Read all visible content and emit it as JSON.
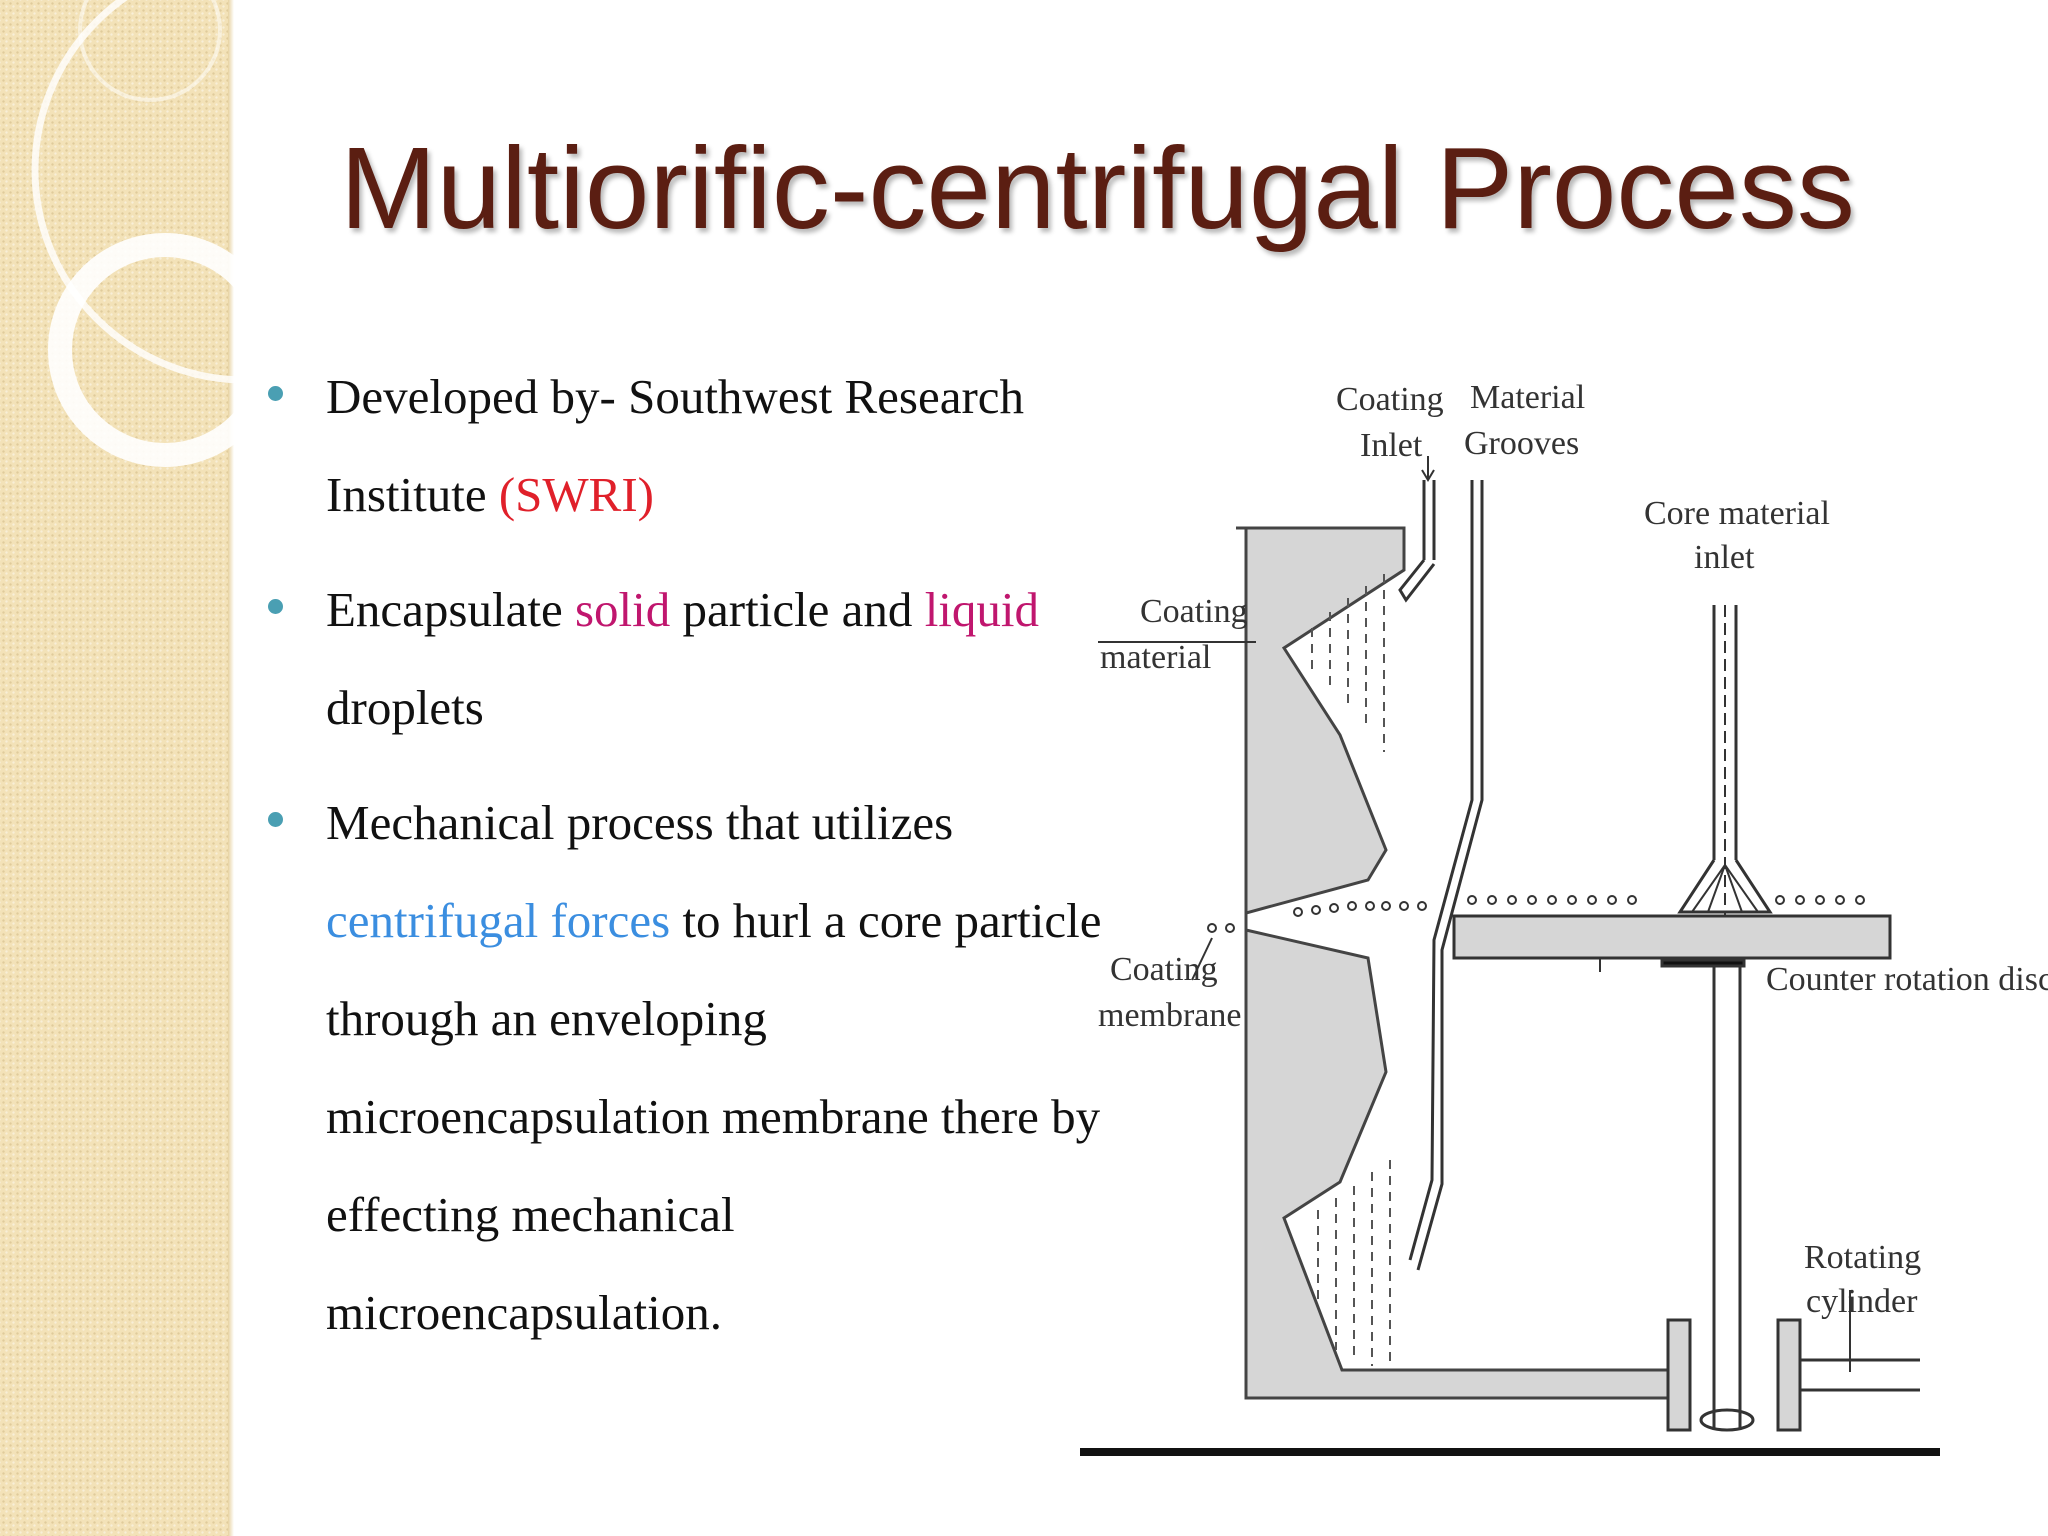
{
  "slide": {
    "title": "Multiorific-centrifugal Process"
  },
  "bullets": [
    {
      "part1": "Developed by- Southwest Research Institute ",
      "highlight": "(SWRI)"
    },
    {
      "part1": "Encapsulate ",
      "highlight1": "solid",
      "part2": " particle and ",
      "highlight2": "liquid",
      "part3": " droplets"
    },
    {
      "part1": "Mechanical process that utilizes ",
      "highlight": "centrifugal forces",
      "part2": " to hurl a core particle through an enveloping microencapsulation membrane there by effecting mechanical microencapsulation."
    }
  ],
  "diagram": {
    "labels": {
      "coating_inlet_1": "Coating",
      "coating_inlet_2": "Inlet",
      "material_grooves_1": "Material",
      "material_grooves_2": "Grooves",
      "core_inlet_1": "Core material",
      "core_inlet_2": "inlet",
      "coating_material_1": "Coating",
      "coating_material_2": "material",
      "coating_membrane_1": "Coating",
      "coating_membrane_2": "membrane",
      "counter_disc": "Counter rotation disc",
      "rotating_cylinder_1": "Rotating",
      "rotating_cylinder_2": "cylinder"
    }
  },
  "colors": {
    "title": "#5b1e12",
    "bullet_dot": "#4a9fb3",
    "swri": "#e0202a",
    "solid_liquid": "#c0166e",
    "centrifugal": "#3b8ee0",
    "band": "#f3e2b8"
  }
}
